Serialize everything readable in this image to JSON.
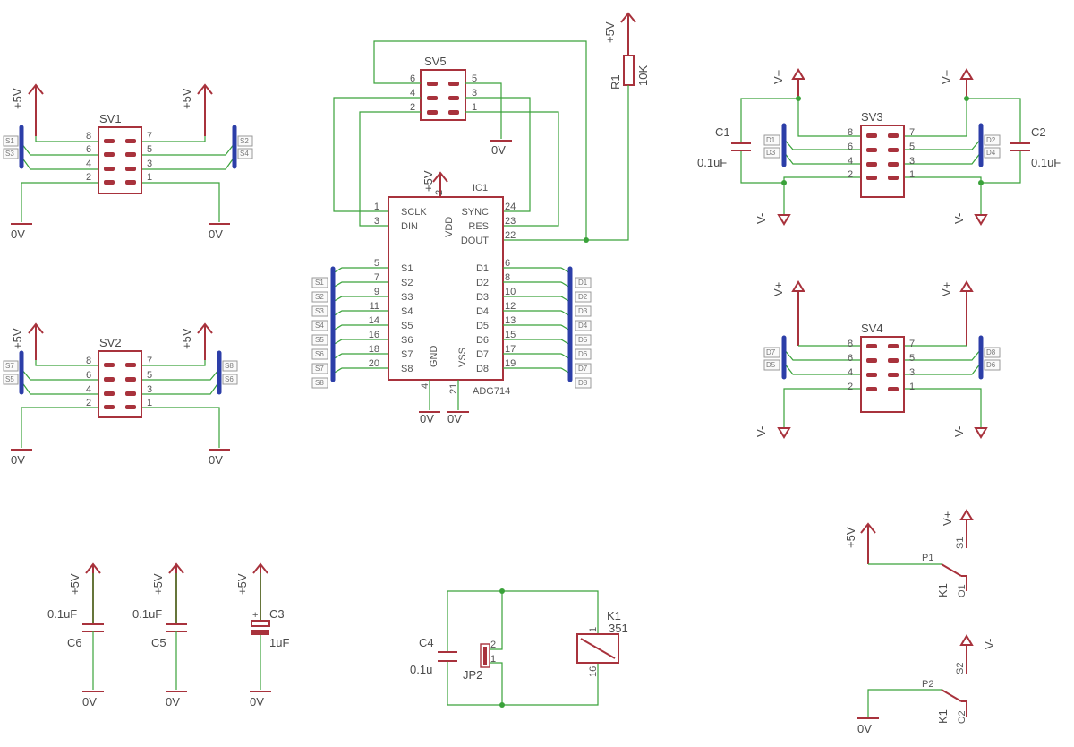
{
  "supplies": {
    "p5v": "+5V",
    "gnd": "0V",
    "vplus": "V+",
    "vminus": "V-"
  },
  "connectors": {
    "sv1": "SV1",
    "sv2": "SV2",
    "sv3": "SV3",
    "sv4": "SV4",
    "sv5": "SV5",
    "pins8": [
      "8",
      "7",
      "6",
      "5",
      "4",
      "3",
      "2",
      "1"
    ],
    "pins6": [
      "6",
      "5",
      "4",
      "3",
      "2",
      "1"
    ]
  },
  "flags": {
    "sv1_left": [
      "S1",
      "S3"
    ],
    "sv1_right": [
      "S2",
      "S4"
    ],
    "sv2_left": [
      "S7",
      "S5"
    ],
    "sv2_right": [
      "S8",
      "S6"
    ],
    "sv3_left": [
      "D1",
      "D3"
    ],
    "sv3_right": [
      "D2",
      "D4"
    ],
    "sv4_left": [
      "D7",
      "D5"
    ],
    "sv4_right": [
      "D8",
      "D6"
    ],
    "ic_left": [
      "S1",
      "S2",
      "S3",
      "S4",
      "S5",
      "S6",
      "S7",
      "S8"
    ],
    "ic_right": [
      "D1",
      "D2",
      "D3",
      "D4",
      "D5",
      "D6",
      "D7",
      "D8"
    ]
  },
  "ic": {
    "name": "IC1",
    "part": "ADG714",
    "left_pins": [
      {
        "num": "1",
        "name": "SCLK"
      },
      {
        "num": "3",
        "name": "DIN"
      },
      {
        "num": "5",
        "name": "S1"
      },
      {
        "num": "7",
        "name": "S2"
      },
      {
        "num": "9",
        "name": "S3"
      },
      {
        "num": "11",
        "name": "S4"
      },
      {
        "num": "14",
        "name": "S5"
      },
      {
        "num": "16",
        "name": "S6"
      },
      {
        "num": "18",
        "name": "S7"
      },
      {
        "num": "20",
        "name": "S8"
      }
    ],
    "right_pins": [
      {
        "num": "24",
        "name": "SYNC"
      },
      {
        "num": "23",
        "name": "RES"
      },
      {
        "num": "22",
        "name": "DOUT"
      },
      {
        "num": "6",
        "name": "D1"
      },
      {
        "num": "8",
        "name": "D2"
      },
      {
        "num": "10",
        "name": "D3"
      },
      {
        "num": "12",
        "name": "D4"
      },
      {
        "num": "13",
        "name": "D5"
      },
      {
        "num": "15",
        "name": "D6"
      },
      {
        "num": "17",
        "name": "D7"
      },
      {
        "num": "19",
        "name": "D8"
      }
    ],
    "vdd": "VDD",
    "vdd_pin": "2",
    "gnd": "GND",
    "gnd_pin": "4",
    "vss": "VSS",
    "vss_pin": "21"
  },
  "parts": {
    "r1": "R1",
    "r1_val": "10K",
    "c1": "C1",
    "c1_val": "0.1uF",
    "c2": "C2",
    "c2_val": "0.1uF",
    "c3": "C3",
    "c3_val": "1uF",
    "c4": "C4",
    "c4_val": "0.1u",
    "c5": "C5",
    "c5_val": "0.1uF",
    "c6": "C6",
    "c6_val": "0.1uF",
    "jp2": "JP2",
    "jp2_pins": [
      "2",
      "1"
    ],
    "k1": "K1",
    "k1_val": "351",
    "k1_pins": [
      "1",
      "16"
    ],
    "p1": "P1",
    "p2": "P2",
    "s1": "S1",
    "s2": "S2",
    "o1": "O1",
    "o2": "O2"
  },
  "colors": {
    "wire": "#3aa23a",
    "component": "#a8323c",
    "bus": "#2c3ea8",
    "text": "#4a4a4a"
  }
}
